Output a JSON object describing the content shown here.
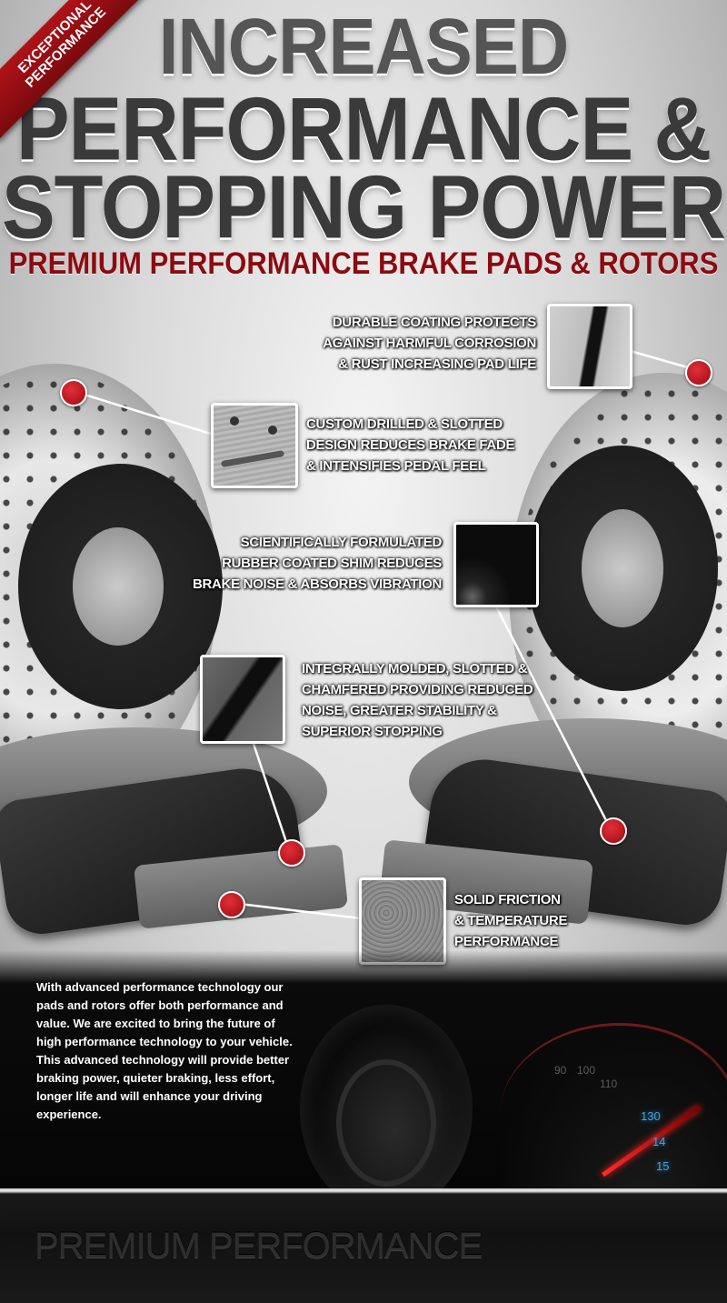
{
  "ribbon": {
    "line1": "EXCEPTIONAL",
    "line2": "PERFORMANCE"
  },
  "headline": {
    "line1": "INCREASED",
    "line2": "PERFORMANCE &",
    "line3": "STOPPING POWER",
    "subhead": "PREMIUM PERFORMANCE BRAKE PADS & ROTORS"
  },
  "callouts": {
    "coating": [
      "DURABLE COATING PROTECTS",
      "AGAINST HARMFUL CORROSION",
      "& RUST INCREASING PAD LIFE"
    ],
    "drilled": [
      "CUSTOM DRILLED & SLOTTED",
      "DESIGN REDUCES BRAKE FADE",
      "& INTENSIFIES PEDAL FEEL"
    ],
    "shim": [
      "SCIENTIFICALLY FORMULATED",
      "RUBBER COATED SHIM REDUCES",
      "BRAKE NOISE & ABSORBS VIBRATION"
    ],
    "molded": [
      "INTEGRALLY MOLDED, SLOTTED &",
      "CHAMFERED PROVIDING REDUCED",
      "NOISE, GREATER STABILITY &",
      "SUPERIOR STOPPING"
    ],
    "friction": [
      "SOLID FRICTION",
      "& TEMPERATURE",
      "PERFORMANCE"
    ]
  },
  "speedo": {
    "t90": "90",
    "t100": "100",
    "t110": "110",
    "t130": "130",
    "t140": "14",
    "t150": "15"
  },
  "description": "With advanced performance technology our pads and rotors offer both performance and value. We are excited to bring the future of high performance technology to your vehicle. This advanced technology will provide better braking power, quieter braking, less effort, longer life and will enhance your driving experience.",
  "footer": {
    "text": "PREMIUM PERFORMANCE"
  },
  "colors": {
    "accent_red": "#8b0b10",
    "dot_red": "#c81a22",
    "headline_gray": "#3a3a3a"
  }
}
